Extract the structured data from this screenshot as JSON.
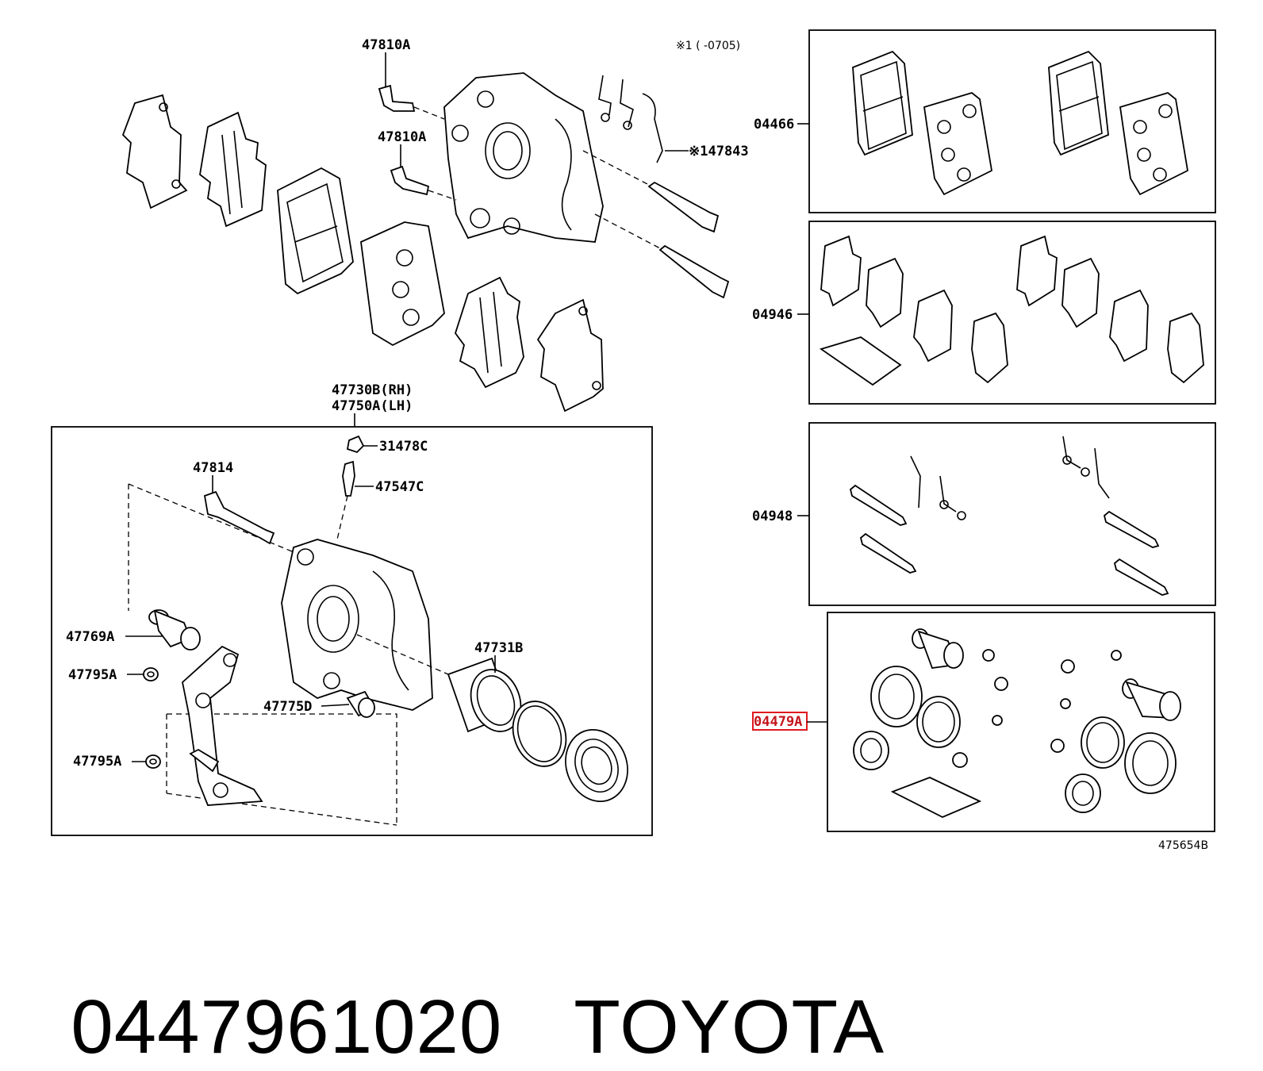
{
  "diagram": {
    "labels": {
      "pin_bolt_top": "47810A",
      "pin_bolt_mid": "47810A",
      "footnote_range": "※1 (      -0705)",
      "clip_spring": "※147843",
      "caliper_rh": "47730B(RH)",
      "caliper_lh": "47750A(LH)",
      "bleeder_cap": "31478C",
      "bleeder_plug": "47547C",
      "slide_pin": "47814",
      "boot_a": "47769A",
      "washer_a": "47795A",
      "washer_b": "47795A",
      "bushing": "47775D",
      "piston": "47731B",
      "pad_kit": "04466",
      "shim_kit": "04946",
      "fitting_kit": "04948",
      "cylinder_kit": "04479A",
      "figure_id": "475654B"
    }
  },
  "caption": {
    "part_number": "0447961020",
    "brand": "TOYOTA"
  }
}
